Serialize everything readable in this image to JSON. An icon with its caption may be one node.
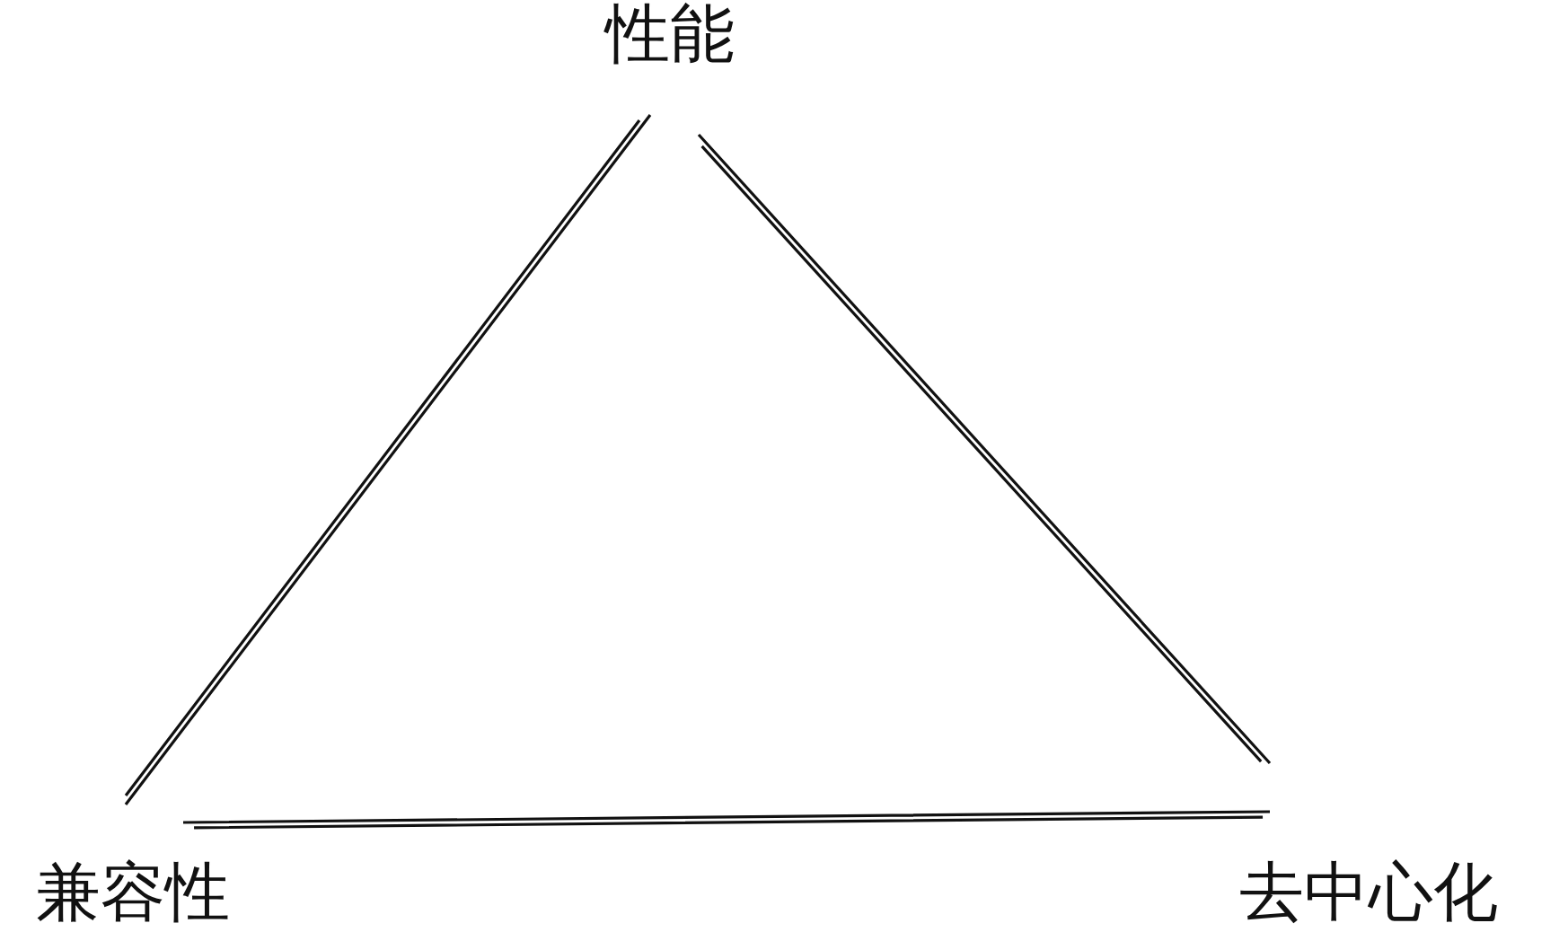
{
  "diagram": {
    "nodes": [
      {
        "text": [
          "性能"
        ]
      },
      {
        "text": [
          "兼容性"
        ]
      },
      {
        "text": [
          "去中心化"
        ]
      }
    ],
    "edges": [
      {
        "from": 0,
        "to": 1,
        "arrow": "none"
      },
      {
        "from": 0,
        "to": 2,
        "arrow": "none"
      },
      {
        "from": 1,
        "to": 2,
        "arrow": "none"
      }
    ]
  }
}
